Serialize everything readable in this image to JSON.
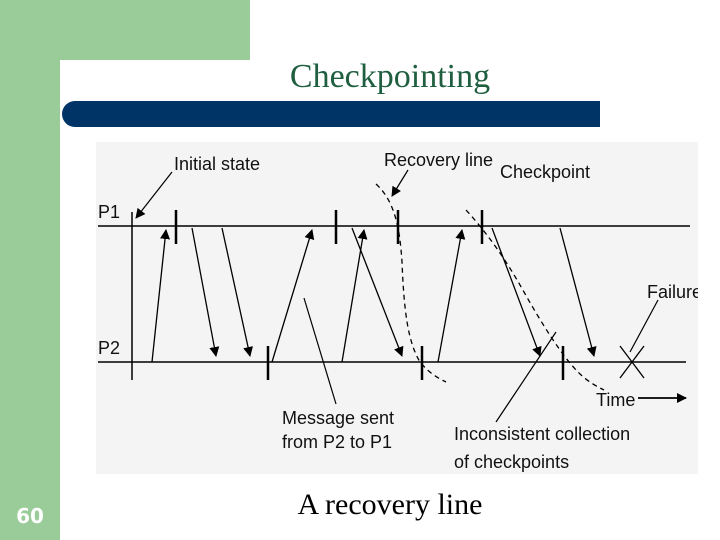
{
  "slide": {
    "title": "Checkpointing",
    "number": "60",
    "caption": "A recovery line"
  },
  "diagram": {
    "process_labels": [
      "P1",
      "P2"
    ],
    "labels": {
      "initial_state": "Initial state",
      "recovery_line": "Recovery line",
      "checkpoint": "Checkpoint",
      "failure": "Failure",
      "time": "Time",
      "message_line1": "Message sent",
      "message_line2": "from P2 to P1",
      "inconsistent_line1": "Inconsistent collection",
      "inconsistent_line2": "of checkpoints"
    }
  },
  "colors": {
    "title_bar": "#003366",
    "accent_green": "#99cc99",
    "title_text": "#1f5f3f"
  }
}
